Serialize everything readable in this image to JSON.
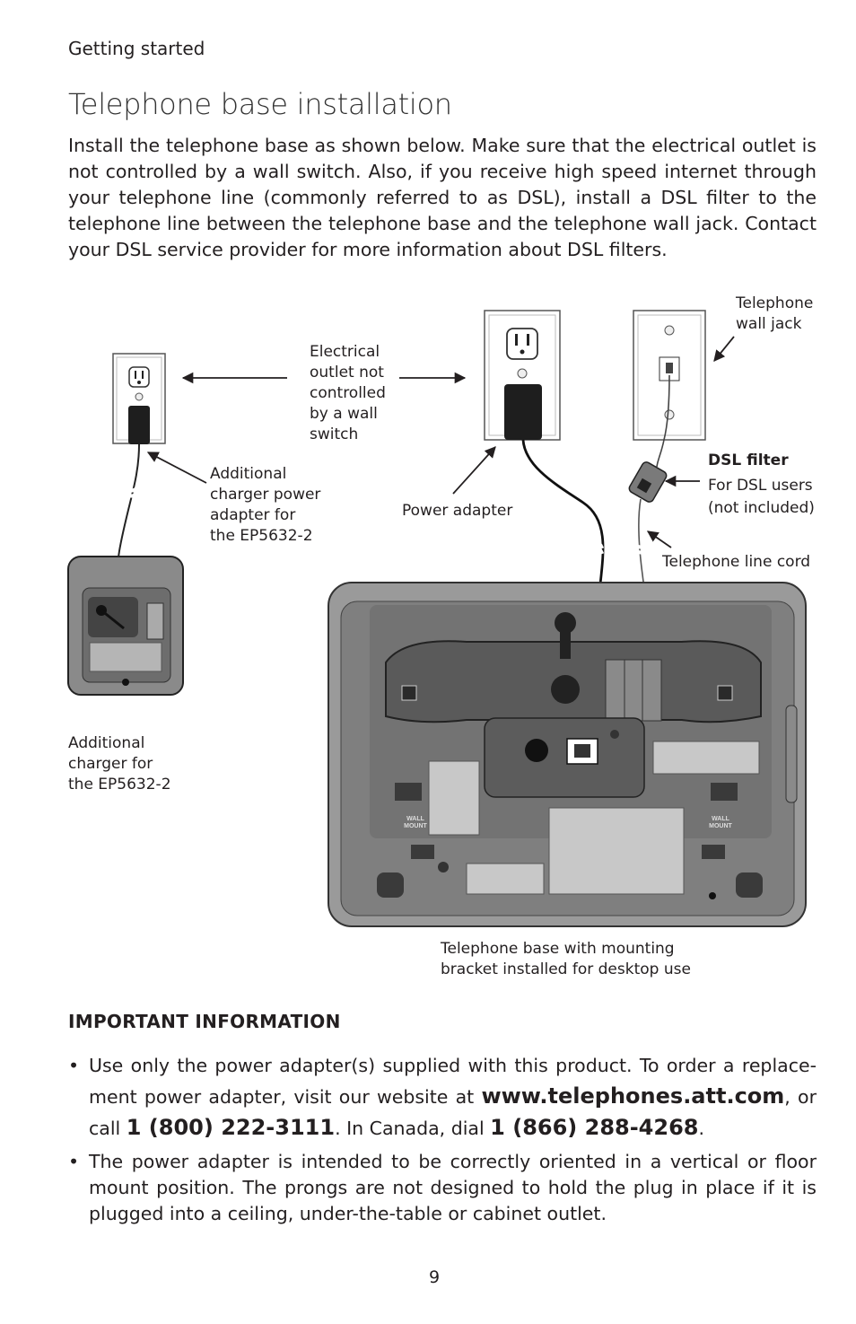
{
  "header": {
    "section": "Getting started",
    "title": "Telephone base installation"
  },
  "intro": "Install the telephone base as shown below. Make sure that the electrical outlet is not controlled by a wall switch. Also, if you receive high speed internet through your telephone line (commonly referred to as DSL), install a DSL filter to the telephone line between the telephone base and the telephone wall jack. Contact your DSL service provider for more information about DSL filters.",
  "diagram": {
    "labels": {
      "telephone_wall_jack": [
        "Telephone",
        "wall jack"
      ],
      "electrical_outlet": [
        "Electrical",
        "outlet not",
        "controlled",
        "by a wall",
        "switch"
      ],
      "additional_adapter": [
        "Additional",
        "charger power",
        "adapter for",
        "the EP5632-2"
      ],
      "power_adapter": "Power adapter",
      "dsl_filter": "DSL filter",
      "dsl_note": [
        "For DSL users",
        "(not included)"
      ],
      "line_cord": "Telephone line cord",
      "additional_charger": [
        "Additional",
        "charger for",
        "the EP5632-2"
      ],
      "base_caption": [
        "Telephone base with mounting",
        "bracket installed for desktop use"
      ],
      "wall_mount": [
        "WALL",
        "MOUNT"
      ]
    }
  },
  "important": {
    "title": "IMPORTANT INFORMATION",
    "bullet1": {
      "text_a": "Use only the power adapter(s) supplied with this product. To order a replace-ment power adapter, visit our website at ",
      "website": "www.telephones.att.com",
      "text_b": ", or call ",
      "phone_us": "1 (800) 222-3111",
      "text_c": ". In Canada, dial ",
      "phone_ca": "1 (866) 288-4268",
      "text_d": "."
    },
    "bullet2": "The power adapter is intended to be correctly oriented in a vertical or floor mount position. The prongs are not designed to hold the plug in place if it is plugged into a ceiling, under-the-table or cabinet outlet."
  },
  "page_number": "9"
}
